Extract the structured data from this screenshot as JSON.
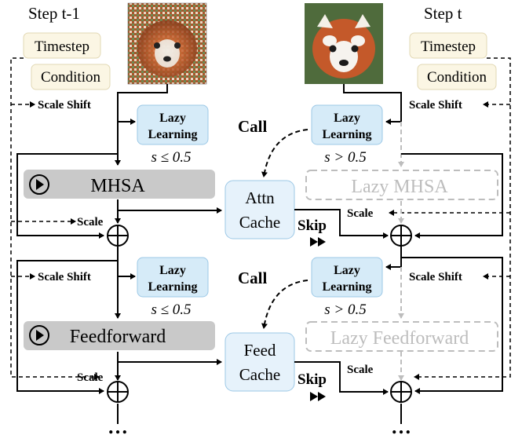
{
  "left": {
    "step_label": "Step t-1",
    "timestep": "Timestep",
    "condition": "Condition",
    "scale_shift_1": "Scale Shift",
    "lazy_learning_1": [
      "Lazy",
      "Learning"
    ],
    "cond_1": "s ≤ 0.5",
    "mhsa": "MHSA",
    "scale_1": "Scale",
    "scale_shift_2": "Scale Shift",
    "lazy_learning_2": [
      "Lazy",
      "Learning"
    ],
    "cond_2": "s ≤ 0.5",
    "feedforward": "Feedforward",
    "scale_2": "Scale",
    "ellipsis": "…"
  },
  "middle": {
    "call_1": "Call",
    "attn_cache": [
      "Attn",
      "Cache"
    ],
    "skip_1": "Skip",
    "call_2": "Call",
    "feed_cache": [
      "Feed",
      "Cache"
    ],
    "skip_2": "Skip"
  },
  "right": {
    "step_label": "Step t",
    "timestep": "Timestep",
    "condition": "Condition",
    "scale_shift_1": "Scale Shift",
    "lazy_learning_1": [
      "Lazy",
      "Learning"
    ],
    "cond_1": "s > 0.5",
    "lazy_mhsa": "Lazy MHSA",
    "scale_1": "Scale",
    "scale_shift_2": "Scale Shift",
    "lazy_learning_2": [
      "Lazy",
      "Learning"
    ],
    "cond_2": "s > 0.5",
    "lazy_feedforward": "Lazy Feedforward",
    "scale_2": "Scale",
    "ellipsis": "…"
  },
  "colors": {
    "lazy_box_fill": "#d6ebf8",
    "lazy_box_stroke": "#9cc8e6",
    "cache_fill": "#e6f2fb",
    "block_fill": "#c9c9c9",
    "cond_fill": "#fbf6e4",
    "cond_stroke": "#e2d8b4",
    "skipped": "#bdbdbd"
  },
  "icons": [
    "play-icon",
    "plus-circle-icon",
    "fast-forward-icon",
    "red-panda-noisy-image",
    "red-panda-clean-image"
  ]
}
